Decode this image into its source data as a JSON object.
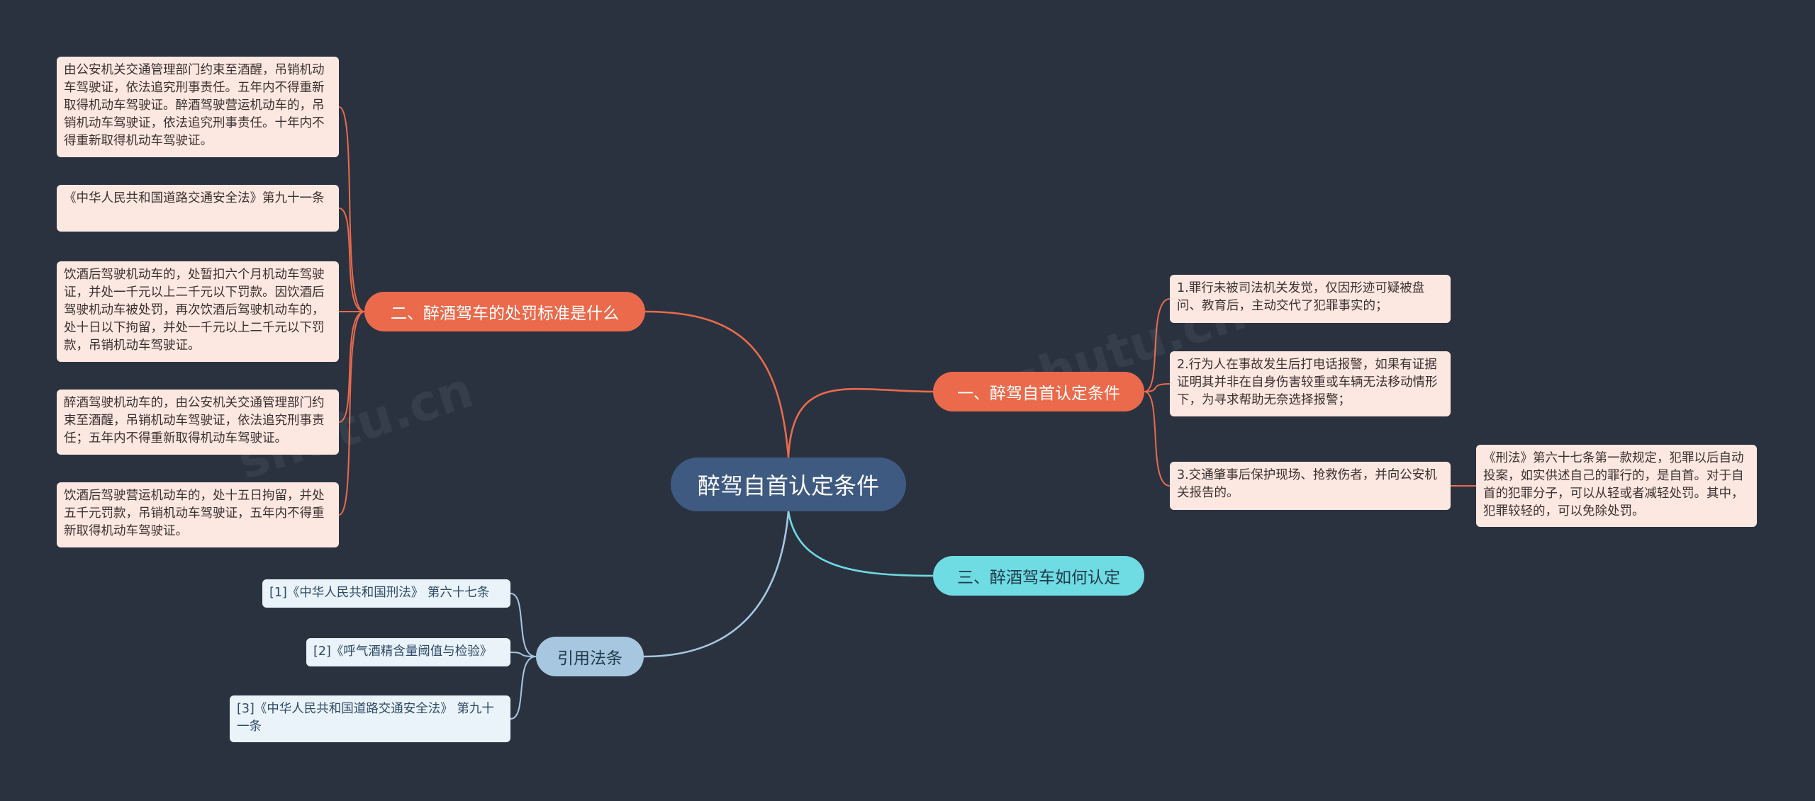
{
  "root": {
    "label": "醉驾自首认定条件"
  },
  "branches": {
    "b1": {
      "label": "一、醉驾自首认定条件",
      "items": [
        "1.罪行未被司法机关发觉，仅因形迹可疑被盘问、教育后，主动交代了犯罪事实的；",
        "2.行为人在事故发生后打电话报警，如果有证据证明其并非在自身伤害较重或车辆无法移动情形下，为寻求帮助无奈选择报警；",
        "3.交通肇事后保护现场、抢救伤者，并向公安机关报告的。"
      ],
      "sub": "《刑法》第六十七条第一款规定，犯罪以后自动投案，如实供述自己的罪行的，是自首。对于自首的犯罪分子，可以从轻或者减轻处罚。其中，犯罪较轻的，可以免除处罚。"
    },
    "b2": {
      "label": "二、醉酒驾车的处罚标准是什么",
      "items": [
        "由公安机关交通管理部门约束至酒醒，吊销机动车驾驶证，依法追究刑事责任。五年内不得重新取得机动车驾驶证。醉酒驾驶营运机动车的，吊销机动车驾驶证，依法追究刑事责任。十年内不得重新取得机动车驾驶证。",
        "《中华人民共和国道路交通安全法》第九十一条",
        "饮酒后驾驶机动车的，处暂扣六个月机动车驾驶证，并处一千元以上二千元以下罚款。因饮酒后驾驶机动车被处罚，再次饮酒后驾驶机动车的，处十日以下拘留，并处一千元以上二千元以下罚款，吊销机动车驾驶证。",
        "醉酒驾驶机动车的，由公安机关交通管理部门约束至酒醒，吊销机动车驾驶证，依法追究刑事责任；五年内不得重新取得机动车驾驶证。",
        "饮酒后驾驶营运机动车的，处十五日拘留，并处五千元罚款，吊销机动车驾驶证，五年内不得重新取得机动车驾驶证。"
      ]
    },
    "b3": {
      "label": "三、醉酒驾车如何认定"
    },
    "b4": {
      "label": "引用法条",
      "items": [
        "[1]《中华人民共和国刑法》 第六十七条",
        "[2]《呼气酒精含量阈值与检验》",
        "[3]《中华人民共和国道路交通安全法》 第九十一条"
      ]
    }
  },
  "colors": {
    "background": "#2a3240",
    "root": "#3e5a80",
    "orange": "#ea6a4b",
    "cyan": "#6fdbe2",
    "blue": "#a7c7e0",
    "leaf": "#fde8e1",
    "ref": "#eaf3f9"
  }
}
